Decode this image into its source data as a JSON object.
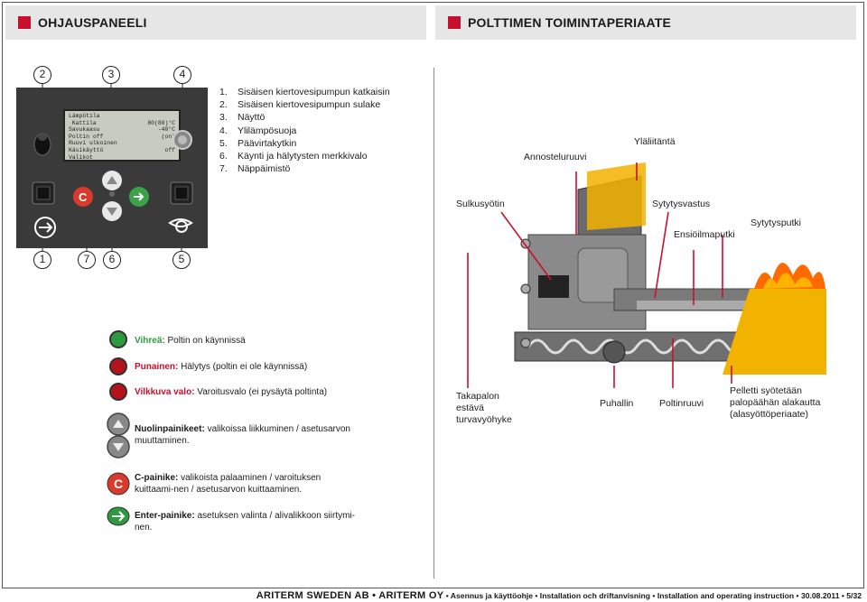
{
  "headers": {
    "left": "OHJAUSPANEELI",
    "right": "POLTTIMEN TOIMINTAPERIAATE"
  },
  "panel_numbers": {
    "top": [
      "2",
      "3",
      "4"
    ],
    "bottom": [
      "1",
      "7",
      "6",
      "5"
    ]
  },
  "lcd": {
    "lines": [
      [
        "Lämpötila",
        ""
      ],
      [
        " Kattila",
        "80(80)°C"
      ],
      [
        "Savukaasu",
        "-40°C"
      ],
      [
        "Poltin off",
        "(on)"
      ],
      [
        "Ruuvi ulkoinen",
        ""
      ],
      [
        "Käsikäyttö",
        "off"
      ],
      [
        "Valikot",
        ""
      ]
    ]
  },
  "numbered_list": [
    {
      "n": "1.",
      "text": "Sisäisen kiertovesipumpun katkaisin"
    },
    {
      "n": "2.",
      "text": "Sisäisen kiertovesipumpun sulake"
    },
    {
      "n": "3.",
      "text": "Näyttö"
    },
    {
      "n": "4.",
      "text": "Ylilämpösuoja"
    },
    {
      "n": "5.",
      "text": "Päävirtakytkin"
    },
    {
      "n": "6.",
      "text": "Käynti ja hälytysten merkkivalo"
    },
    {
      "n": "7.",
      "text": "Näppäimistö"
    }
  ],
  "legend": {
    "green": {
      "label": "Vihreä:",
      "text": " Poltin on käynnissä",
      "color": "#2d9b3d"
    },
    "red": {
      "label": "Punainen:",
      "text": " Hälytys (poltin ei ole käynnissä)",
      "color": "#b5121b"
    },
    "blink": {
      "label": "Vilkkuva valo:",
      "text": " Varoitusvalo (ei pysäytä poltinta)",
      "color": "#b5121b"
    },
    "arrows": {
      "label": "Nuolinpainikeet:",
      "text": " valikoissa liikkuminen / asetusarvon muuttaminen."
    },
    "c_button": {
      "label": "C-painike:",
      "text": " valikoista palaaminen / varoituksen kuittaami-nen / asetusarvon kuittaaminen."
    },
    "enter": {
      "label": "Enter-painike:",
      "text": " asetuksen valinta / alivalikkoon siirtymi-nen."
    }
  },
  "diagram_labels": {
    "annosteluruuvi": "Annosteluruuvi",
    "ylaliitanta": "Yläliitäntä",
    "sulkusyotin": "Sulkusyötin",
    "sytytysvastus": "Sytytysvastus",
    "ensiöilmaputki": "Ensiöilmaputki",
    "sytytysputki": "Sytytysputki",
    "takapalon_1": "Takapalon",
    "takapalon_2": "estävä",
    "takapalon_3": "turvavyöhyke",
    "puhallin": "Puhallin",
    "poltinruuvi": "Poltinruuvi",
    "pelletti_1": "Pelletti syötetään",
    "pelletti_2": "palopäähän alakautta",
    "pelletti_3": "(alasyöttöperiaate)"
  },
  "footer": {
    "brand": "ARITERM SWEDEN AB • ARITERM OY",
    "text": " • Asennus ja käyttöohje • Installation och driftanvisning • Installation and operating instruction • 30.08.2011 • 5/32"
  }
}
